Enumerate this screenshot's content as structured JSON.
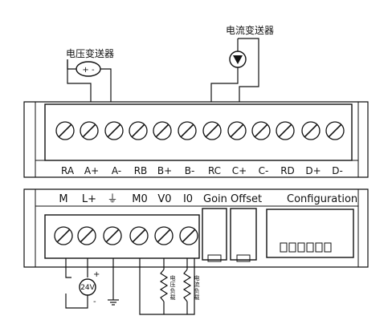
{
  "top_transmitters": {
    "voltage_label": "电压变送器",
    "current_label": "电流变送器",
    "voltage_symbol": "+ -"
  },
  "upper_terminals": [
    "RA",
    "A+",
    "A-",
    "RB",
    "B+",
    "B-",
    "RC",
    "C+",
    "C-",
    "RD",
    "D+",
    "D-"
  ],
  "lower_strip": {
    "terminals": [
      "M",
      "L+",
      "⏚",
      "M0",
      "V0",
      "I0"
    ],
    "gain_label": "Goin",
    "offset_label": "Offset",
    "configuration_label": "Configuration"
  },
  "power_supply": {
    "label": "24V",
    "plus": "+",
    "minus": "-"
  },
  "loads": [
    {
      "label": "电压负载"
    },
    {
      "label": "电流负载"
    }
  ]
}
